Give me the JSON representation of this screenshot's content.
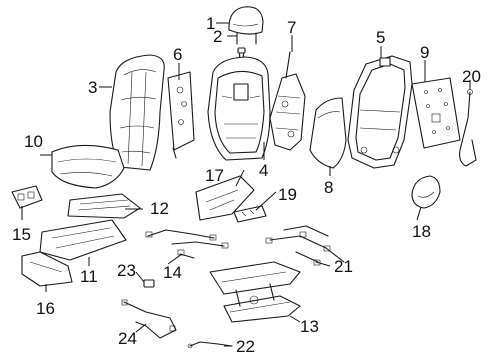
{
  "callouts": {
    "n1": "1",
    "n2": "2",
    "n3": "3",
    "n4": "4",
    "n5": "5",
    "n6": "6",
    "n7": "7",
    "n8": "8",
    "n9": "9",
    "n10": "10",
    "n11": "11",
    "n12": "12",
    "n13": "13",
    "n14": "14",
    "n15": "15",
    "n16": "16",
    "n17": "17",
    "n18": "18",
    "n19": "19",
    "n20": "20",
    "n21": "21",
    "n22": "22",
    "n23": "23",
    "n24": "24"
  },
  "colors": {
    "line": "#1a1a1a",
    "background": "#ffffff"
  }
}
